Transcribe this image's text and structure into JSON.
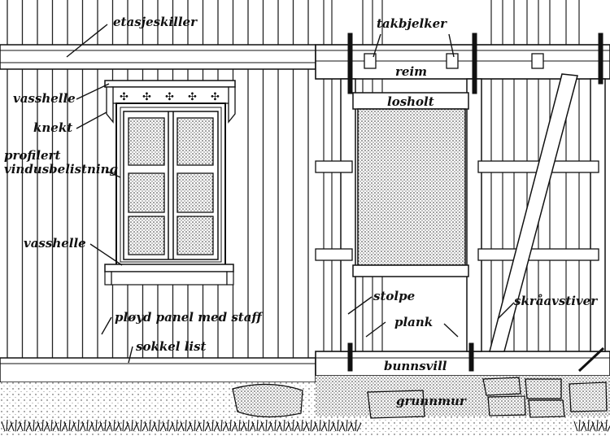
{
  "labels": {
    "etasjeskiller": "etasjeskiller",
    "vasshelle_top": "vasshelle",
    "knekt": "knekt",
    "profilert_line1": "profilert",
    "profilert_line2": "vindusbelistning",
    "vasshelle_bottom": "vasshelle",
    "ployd_panel": "pløyd panel med staff",
    "sokkel_list": "sokkel list",
    "takbjelker": "takbjelker",
    "reim": "reim",
    "losholt": "losholt",
    "stolpe": "stolpe",
    "plank": "plank",
    "skraavstiver": "skråavstiver",
    "bunnsvill": "bunnsvill",
    "grunnmur": "grunnmur"
  }
}
